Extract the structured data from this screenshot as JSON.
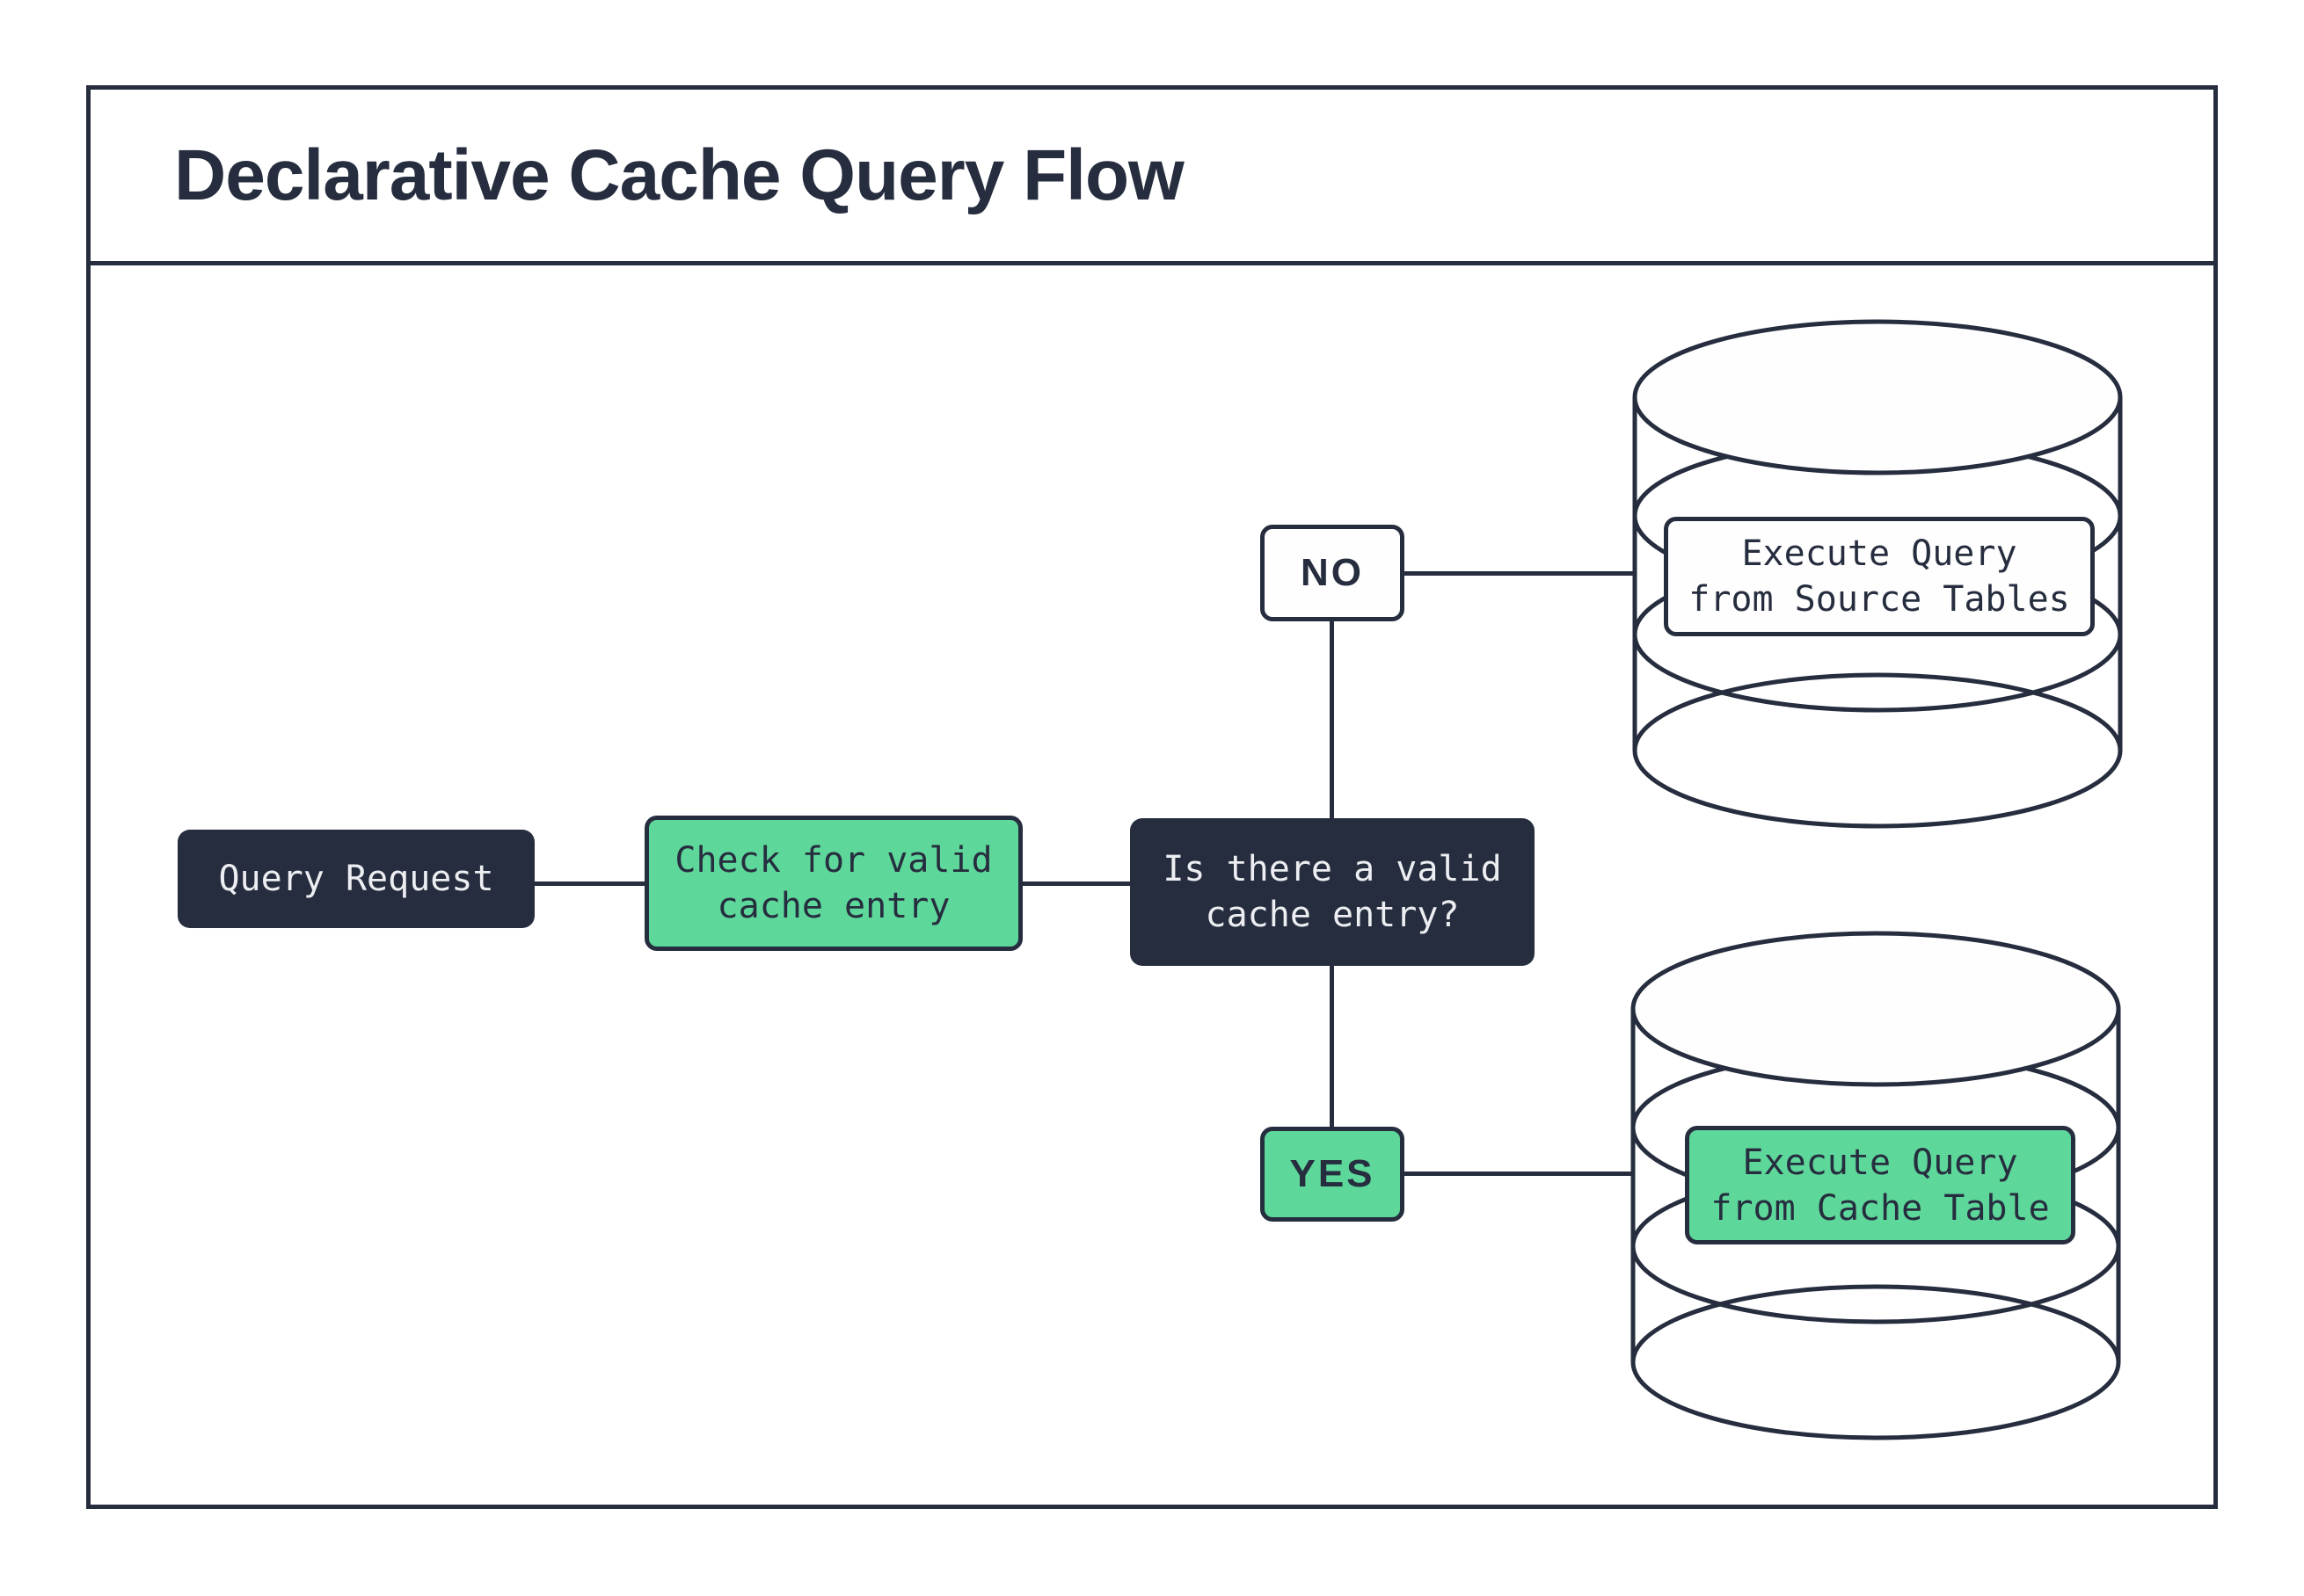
{
  "title": "Declarative Cache Query Flow",
  "nodes": {
    "query_request": {
      "label": "Query Request"
    },
    "check_cache": {
      "lines": [
        "Check for valid",
        "cache entry"
      ]
    },
    "decision": {
      "lines": [
        "Is there a valid",
        "cache entry?"
      ]
    },
    "branch_no": {
      "label": "NO"
    },
    "branch_yes": {
      "label": "YES"
    },
    "execute_source": {
      "lines": [
        "Execute Query",
        "from Source Tables"
      ]
    },
    "execute_cache": {
      "lines": [
        "Execute Query",
        "from Cache Table"
      ]
    }
  },
  "icons": {
    "source_db": "database-cylinder-icon",
    "cache_db": "database-cylinder-icon"
  },
  "colors": {
    "outline": "#262d3e",
    "dark_fill": "#262d3e",
    "green": "#5ed79b",
    "light_text": "#eceef1",
    "background": "#ffffff"
  }
}
